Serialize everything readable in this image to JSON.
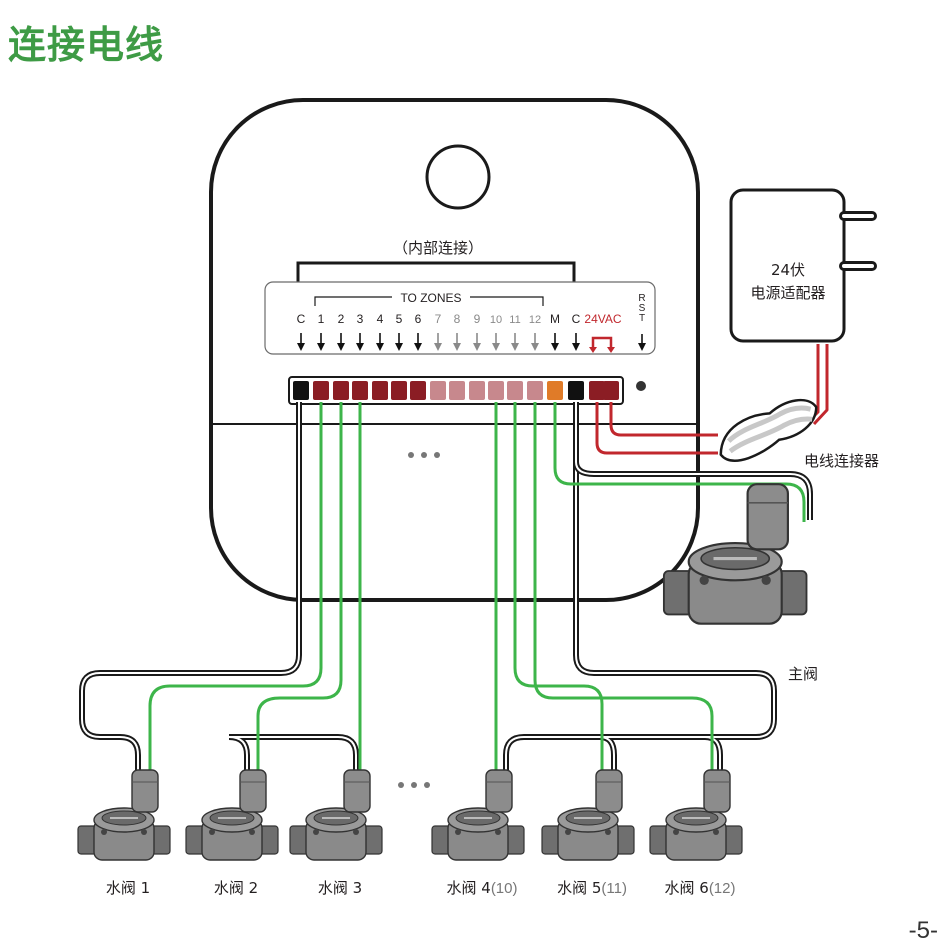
{
  "page": {
    "title": "连接电线",
    "page_number": "-5-"
  },
  "controller": {
    "internal_label": "（内部连接）",
    "to_zones_label": "TO ZONES",
    "common_label": "C",
    "zones": [
      {
        "label": "1",
        "active": true
      },
      {
        "label": "2",
        "active": true
      },
      {
        "label": "3",
        "active": true
      },
      {
        "label": "4",
        "active": true
      },
      {
        "label": "5",
        "active": true
      },
      {
        "label": "6",
        "active": true
      },
      {
        "label": "7",
        "active": false
      },
      {
        "label": "8",
        "active": false
      },
      {
        "label": "9",
        "active": false
      },
      {
        "label": "10",
        "active": false
      },
      {
        "label": "11",
        "active": false
      },
      {
        "label": "12",
        "active": false
      }
    ],
    "master_label": "M",
    "common2_label": "C",
    "power_label": "24VAC",
    "rst_letters": [
      "R",
      "S",
      "T"
    ],
    "ellipsis": "• • •"
  },
  "adapter": {
    "line1": "24伏",
    "line2": "电源适配器"
  },
  "connector_label": "电线连接器",
  "master_valve_label": "主阀",
  "between_valves_ellipsis": "• • •",
  "valves": [
    {
      "name": "水阀 1",
      "alt": ""
    },
    {
      "name": "水阀 2",
      "alt": ""
    },
    {
      "name": "水阀 3",
      "alt": ""
    },
    {
      "name": "水阀 4",
      "alt": "(10)"
    },
    {
      "name": "水阀 5",
      "alt": "(11)"
    },
    {
      "name": "水阀 6",
      "alt": "(12)"
    }
  ],
  "colors": {
    "title": "#3e9b45",
    "zone_wire": "#3db54a",
    "power_wire": "#c1272d",
    "terminal_active": "#8b1d24",
    "terminal_inactive": "#c7888d",
    "terminal_master": "#e07b28",
    "terminal_common": "#111111",
    "valve": "#7a7a7a"
  }
}
